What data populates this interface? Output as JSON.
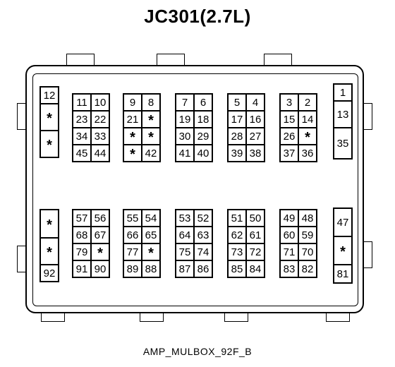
{
  "title": "JC301(2.7L)",
  "caption": "AMP_MULBOX_92F_B",
  "top_left_col": [
    "12",
    "*",
    "*"
  ],
  "top_right_col": [
    "1",
    "13",
    "35"
  ],
  "bottom_left_col": [
    "*",
    "*",
    "92"
  ],
  "bottom_right_col": [
    "47",
    "*",
    "81"
  ],
  "top_blocks": [
    [
      [
        "11",
        "10"
      ],
      [
        "23",
        "22"
      ],
      [
        "34",
        "33"
      ],
      [
        "45",
        "44"
      ]
    ],
    [
      [
        "9",
        "8"
      ],
      [
        "21",
        "*"
      ],
      [
        "*",
        "*"
      ],
      [
        "*",
        "42"
      ]
    ],
    [
      [
        "7",
        "6"
      ],
      [
        "19",
        "18"
      ],
      [
        "30",
        "29"
      ],
      [
        "41",
        "40"
      ]
    ],
    [
      [
        "5",
        "4"
      ],
      [
        "17",
        "16"
      ],
      [
        "28",
        "27"
      ],
      [
        "39",
        "38"
      ]
    ],
    [
      [
        "3",
        "2"
      ],
      [
        "15",
        "14"
      ],
      [
        "26",
        "*"
      ],
      [
        "37",
        "36"
      ]
    ]
  ],
  "bottom_blocks": [
    [
      [
        "57",
        "56"
      ],
      [
        "68",
        "67"
      ],
      [
        "79",
        "*"
      ],
      [
        "91",
        "90"
      ]
    ],
    [
      [
        "55",
        "54"
      ],
      [
        "66",
        "65"
      ],
      [
        "77",
        "*"
      ],
      [
        "89",
        "88"
      ]
    ],
    [
      [
        "53",
        "52"
      ],
      [
        "64",
        "63"
      ],
      [
        "75",
        "74"
      ],
      [
        "87",
        "86"
      ]
    ],
    [
      [
        "51",
        "50"
      ],
      [
        "62",
        "61"
      ],
      [
        "73",
        "72"
      ],
      [
        "85",
        "84"
      ]
    ],
    [
      [
        "49",
        "48"
      ],
      [
        "60",
        "59"
      ],
      [
        "71",
        "70"
      ],
      [
        "83",
        "82"
      ]
    ]
  ]
}
